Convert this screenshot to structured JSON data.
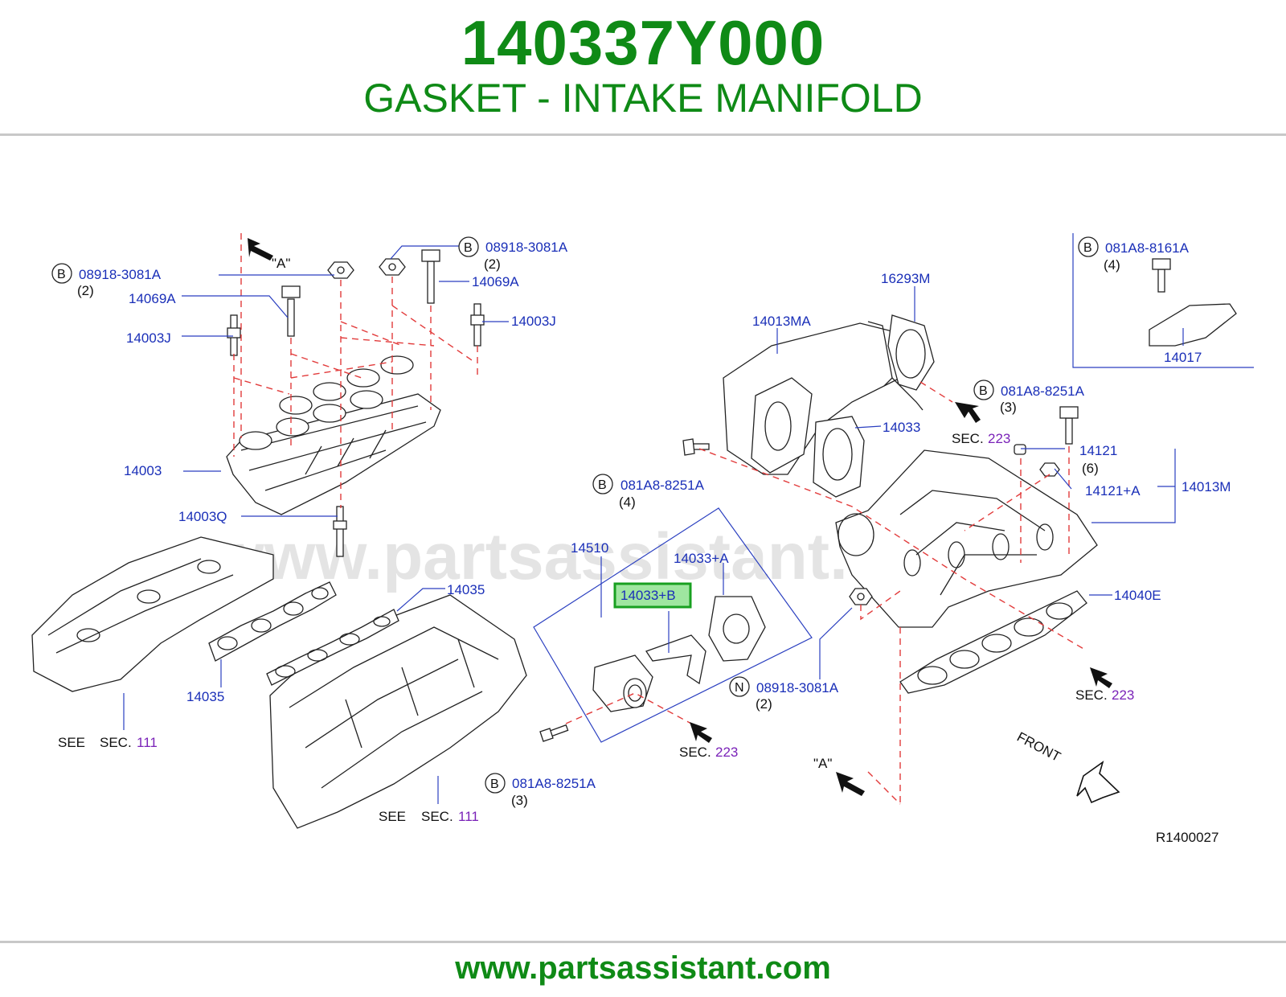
{
  "header": {
    "part_number": "140337Y000",
    "part_name": "GASKET - INTAKE MANIFOLD"
  },
  "footer": {
    "url": "www.partsassistant.com"
  },
  "diagram": {
    "watermark": "www.partsassistant.com",
    "figure_code": "R1400027",
    "front_label": "FRONT",
    "view_label": "\"A\"",
    "highlighted": "14033+B",
    "callouts": {
      "p08918_left": "08918-3081A",
      "p08918_left_qty": "(2)",
      "p08918_top": "08918-3081A",
      "p08918_top_qty": "(2)",
      "p14069A_left": "14069A",
      "p14069A_right": "14069A",
      "p14003J_left": "14003J",
      "p14003J_right": "14003J",
      "p14003": "14003",
      "p14003Q": "14003Q",
      "p14035_top": "14035",
      "p14035_bottom": "14035",
      "see": "SEE",
      "sec": "SEC.",
      "sec111": "111",
      "p14510": "14510",
      "p14033A": "14033+A",
      "p14033B": "14033+B",
      "p081A8_8251A_mid": "081A8-8251A",
      "p081A8_8251A_mid_qty": "(4)",
      "p081A8_8251A_low": "081A8-8251A",
      "p081A8_8251A_low_qty": "(3)",
      "p081A8_8251A_right": "081A8-8251A",
      "p081A8_8251A_right_qty": "(3)",
      "p081A8_8161A": "081A8-8161A",
      "p081A8_8161A_qty": "(4)",
      "p14017": "14017",
      "p16293M": "16293M",
      "p14013MA": "14013MA",
      "p14033": "14033",
      "p14121": "14121",
      "p14121_qty": "(6)",
      "p14121A": "14121+A",
      "p14013M": "14013M",
      "p14040E": "14040E",
      "p08918_N": "08918-3081A",
      "p08918_N_qty": "(2)",
      "sec223": "223",
      "circle_B": "B",
      "circle_N": "N"
    }
  }
}
